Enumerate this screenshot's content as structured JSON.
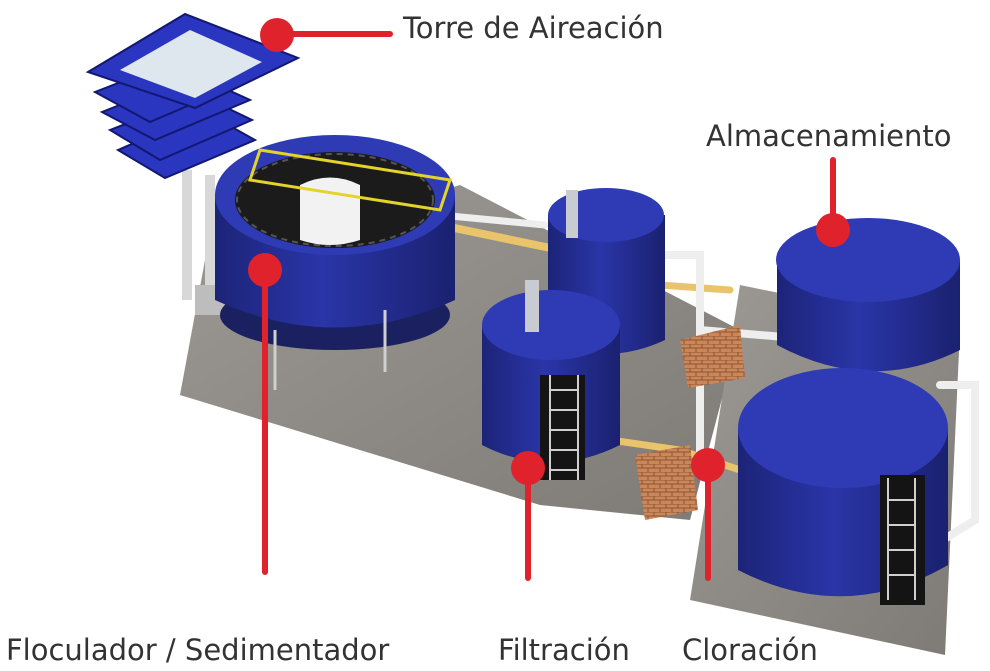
{
  "labels": {
    "torre": "Torre de Aireación",
    "almacenamiento": "Almacenamiento",
    "floculador": "Floculador / Sedimentador",
    "filtracion": "Filtración",
    "cloracion": "Cloración"
  },
  "colors": {
    "tank": "#27309a",
    "tank_top": "#2e3bb5",
    "callout": "#e0222d",
    "slab": "#8e8a85",
    "pipe": "#e8e8e8",
    "pipe_yellow": "#e9c46a",
    "brick": "#c87f52"
  }
}
